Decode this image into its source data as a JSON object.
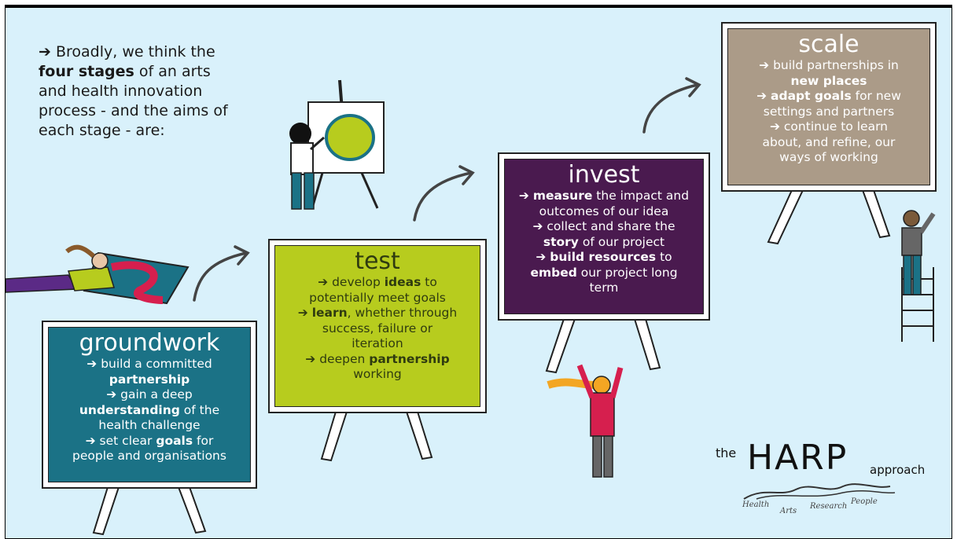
{
  "intro": {
    "arrow": "➔",
    "part1": "Broadly, we think the ",
    "bold1": "four stages",
    "part2": " of an arts and health innovation process - and the aims of each stage - are:"
  },
  "stages": {
    "groundwork": {
      "title": "groundwork",
      "color": "#1b7286",
      "lines": [
        {
          "pre": "➔ build a committed",
          "bold": "",
          "post": ""
        },
        {
          "pre": "",
          "bold": "partnership",
          "post": ""
        },
        {
          "pre": "➔ gain a deep",
          "bold": "",
          "post": ""
        },
        {
          "pre": "",
          "bold": "understanding",
          "post": " of the"
        },
        {
          "pre": "health challenge",
          "bold": "",
          "post": ""
        },
        {
          "pre": "➔ set clear ",
          "bold": "goals",
          "post": " for"
        },
        {
          "pre": "people and organisations",
          "bold": "",
          "post": ""
        }
      ]
    },
    "test": {
      "title": "test",
      "color": "#b7cc1e",
      "lines": [
        {
          "pre": "➔ develop ",
          "bold": "ideas",
          "post": " to"
        },
        {
          "pre": "potentially meet goals",
          "bold": "",
          "post": ""
        },
        {
          "pre": "➔ ",
          "bold": "learn",
          "post": ", whether through"
        },
        {
          "pre": "success, failure or",
          "bold": "",
          "post": ""
        },
        {
          "pre": "iteration",
          "bold": "",
          "post": ""
        },
        {
          "pre": "➔ deepen ",
          "bold": "partnership",
          "post": ""
        },
        {
          "pre": "working",
          "bold": "",
          "post": ""
        }
      ]
    },
    "invest": {
      "title": "invest",
      "color": "#4a1a4f",
      "lines": [
        {
          "pre": "➔ ",
          "bold": "measure",
          "post": " the impact and"
        },
        {
          "pre": "outcomes of our idea",
          "bold": "",
          "post": ""
        },
        {
          "pre": "➔ collect and share the",
          "bold": "",
          "post": ""
        },
        {
          "pre": "",
          "bold": "story",
          "post": " of our project"
        },
        {
          "pre": "➔ ",
          "bold": "build resources",
          "post": " to"
        },
        {
          "pre": "",
          "bold": "embed",
          "post": " our project long"
        },
        {
          "pre": "term",
          "bold": "",
          "post": ""
        }
      ]
    },
    "scale": {
      "title": "scale",
      "color": "#ab9b88",
      "lines": [
        {
          "pre": "➔ build partnerships in",
          "bold": "",
          "post": ""
        },
        {
          "pre": "",
          "bold": "new places",
          "post": ""
        },
        {
          "pre": "➔ ",
          "bold": "adapt goals",
          "post": " for new"
        },
        {
          "pre": "settings and partners",
          "bold": "",
          "post": ""
        },
        {
          "pre": "➔ continue to learn",
          "bold": "",
          "post": ""
        },
        {
          "pre": "about, and refine, our",
          "bold": "",
          "post": ""
        },
        {
          "pre": "ways of working",
          "bold": "",
          "post": ""
        }
      ]
    }
  },
  "logo": {
    "the": "the",
    "harp": "HARP",
    "approach": "approach",
    "sub": [
      "Health",
      "Arts",
      "Research",
      "People"
    ]
  }
}
